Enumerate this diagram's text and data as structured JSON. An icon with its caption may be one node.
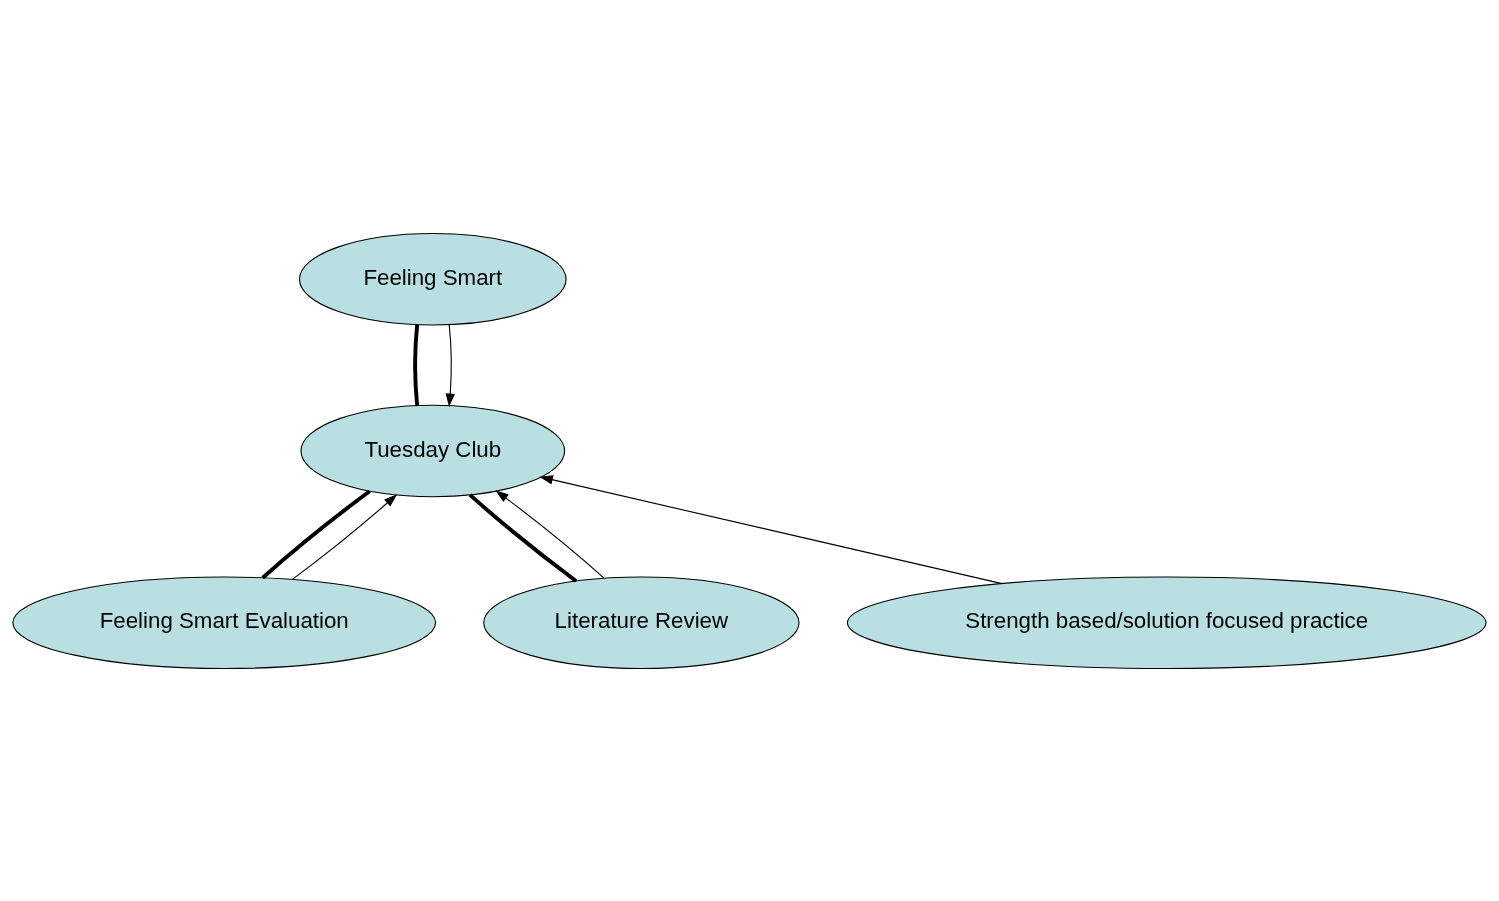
{
  "diagram": {
    "nodes": [
      {
        "text": [
          "Feeling Smart"
        ]
      },
      {
        "text": [
          "Tuesday Club"
        ]
      },
      {
        "text": [
          "Feeling Smart Evaluation"
        ]
      },
      {
        "text": [
          "Literature Review"
        ]
      },
      {
        "text": [
          "Strength based/solution focused practice"
        ]
      }
    ],
    "edges": [
      {
        "from": 0,
        "to": 1,
        "arrow": "none",
        "style": "thick"
      },
      {
        "from": 0,
        "to": 1,
        "arrow": "to"
      },
      {
        "from": 2,
        "to": 1,
        "arrow": "none",
        "style": "thick"
      },
      {
        "from": 2,
        "to": 1,
        "arrow": "to"
      },
      {
        "from": 3,
        "to": 1,
        "arrow": "none",
        "style": "thick"
      },
      {
        "from": 3,
        "to": 1,
        "arrow": "to"
      },
      {
        "from": 4,
        "to": 1,
        "arrow": "to"
      }
    ]
  }
}
